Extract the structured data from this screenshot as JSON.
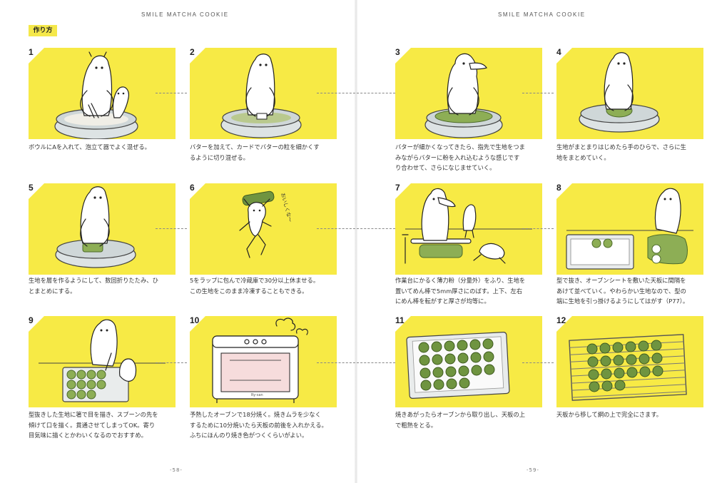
{
  "header": {
    "left": "SMILE MATCHA COOKIE",
    "right": "SMILE MATCHA COOKIE"
  },
  "section_label": "作り方",
  "steps": [
    {
      "num": "1",
      "lines": [
        "ボウルにAを入れて、泡立て器でよく混ぜる。"
      ]
    },
    {
      "num": "2",
      "lines": [
        "バターを加えて、カードでバターの粒を細かくす",
        "るように切り混ぜる。"
      ]
    },
    {
      "num": "3",
      "lines": [
        "バターが細かくなってきたら、指先で生地をつま",
        "みながらバターに粉を入れ込むような感じです",
        "り合わせて、さらになじませていく。"
      ]
    },
    {
      "num": "4",
      "lines": [
        "生地がまとまりはじめたら手のひらで、さらに生",
        "地をまとめていく。"
      ]
    },
    {
      "num": "5",
      "lines": [
        "生地を層を作るようにして、数回折りたたみ、ひ",
        "とまとめにする。"
      ]
    },
    {
      "num": "6",
      "lines": [
        "5をラップに包んで冷蔵庫で30分以上休ませる。",
        "この生地をこのまま冷凍することもできる。"
      ]
    },
    {
      "num": "7",
      "lines": [
        "作業台にかるく薄力粉（分量外）をふり、生地を",
        "置いてめん棒で5mm厚さにのばす。上下、左右",
        "にめん棒を転がすと厚さが均等に。"
      ]
    },
    {
      "num": "8",
      "lines": [
        "型で抜き、オーブンシートを敷いた天板に間隔を",
        "あけて並べていく。やわらかい生地なので、型の",
        "端に生地を引っ掛けるようにしてはがす（P77）。"
      ]
    },
    {
      "num": "9",
      "lines": [
        "型抜きした生地に箸で目を描き、スプーンの先を",
        "傾けて口を描く。貫通させてしまってOK。寄り",
        "目気味に描くとかわいくなるのでおすすめ。"
      ]
    },
    {
      "num": "10",
      "lines": [
        "予熱したオーブンで18分焼く。焼きムラを少なく",
        "するために10分焼いたら天板の前後を入れかえる。",
        "ふちにほんのり焼き色がつくくらいがよい。"
      ]
    },
    {
      "num": "11",
      "lines": [
        "焼きあがったらオーブンから取り出し、天板の上",
        "で粗熱をとる。"
      ]
    },
    {
      "num": "12",
      "lines": [
        "天板から移して網の上で完全にさます。"
      ]
    }
  ],
  "illustration_text": {
    "step6_hand": "おいしくな〜",
    "oven_brand": "Ry-san"
  },
  "folio": {
    "left": "-58-",
    "right": "-59-"
  },
  "colors": {
    "accent_yellow": "#f7ea45",
    "matcha_green": "#7fa34b",
    "text": "#333333"
  }
}
